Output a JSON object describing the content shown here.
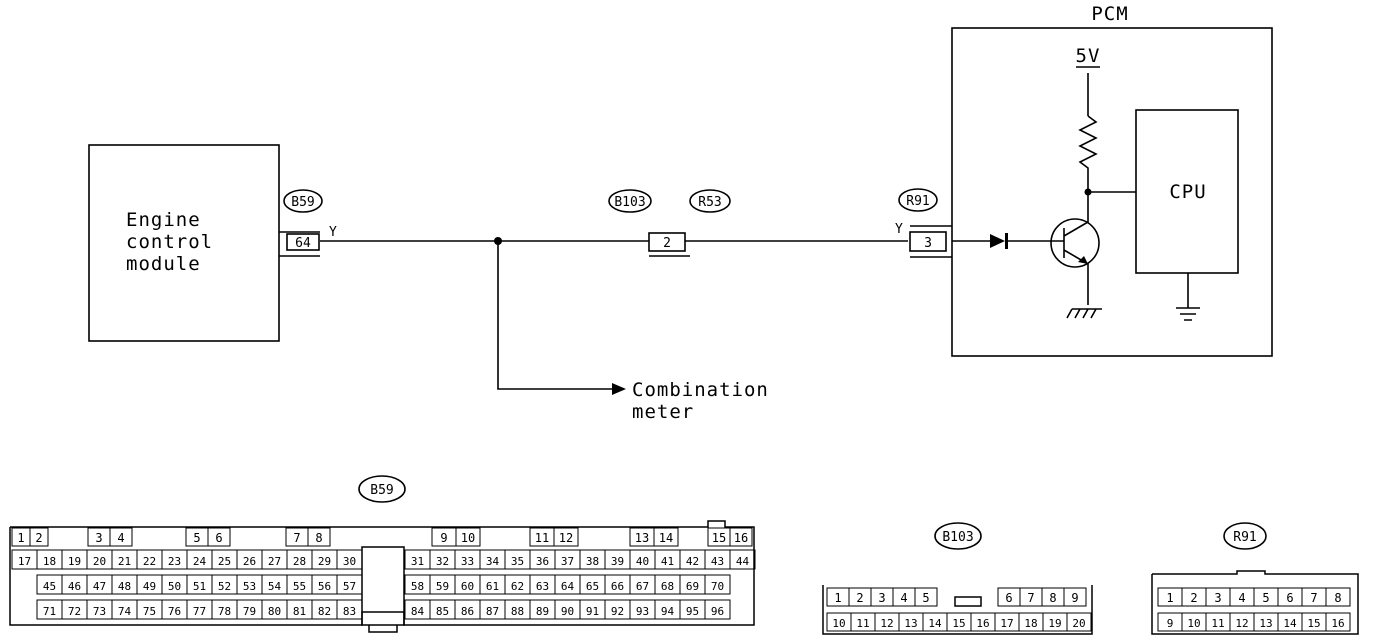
{
  "ecm": {
    "lines": [
      "Engine",
      "control",
      "module"
    ]
  },
  "pcm": {
    "title": "PCM",
    "supply": "5V",
    "cpu": "CPU"
  },
  "connectors": {
    "b59": "B59",
    "b103": "B103",
    "r53": "R53",
    "r91": "R91"
  },
  "wire": {
    "color_code_left": "Y",
    "color_code_right": "Y",
    "pin_ecm": "64",
    "pin_b103": "2",
    "pin_r91": "3"
  },
  "branch": {
    "lines": [
      "Combination",
      "meter"
    ]
  },
  "faces": {
    "b59_label": "B59",
    "b59_row1": [
      "1",
      "2",
      "3",
      "4",
      "5",
      "6",
      "7",
      "8",
      "9",
      "10",
      "11",
      "12",
      "13",
      "14",
      "15",
      "16"
    ],
    "b59_row2": [
      "17",
      "18",
      "19",
      "20",
      "21",
      "22",
      "23",
      "24",
      "25",
      "26",
      "27",
      "28",
      "29",
      "30",
      "31",
      "32",
      "33",
      "34",
      "35",
      "36",
      "37",
      "38",
      "39",
      "40",
      "41",
      "42",
      "43",
      "44"
    ],
    "b59_row3": [
      "45",
      "46",
      "47",
      "48",
      "49",
      "50",
      "51",
      "52",
      "53",
      "54",
      "55",
      "56",
      "57",
      "58",
      "59",
      "60",
      "61",
      "62",
      "63",
      "64",
      "65",
      "66",
      "67",
      "68",
      "69",
      "70"
    ],
    "b59_row4": [
      "71",
      "72",
      "73",
      "74",
      "75",
      "76",
      "77",
      "78",
      "79",
      "80",
      "81",
      "82",
      "83",
      "84",
      "85",
      "86",
      "87",
      "88",
      "89",
      "90",
      "91",
      "92",
      "93",
      "94",
      "95",
      "96"
    ],
    "b103_label": "B103",
    "b103_row1": [
      "1",
      "2",
      "3",
      "4",
      "5",
      "6",
      "7",
      "8",
      "9"
    ],
    "b103_row2": [
      "10",
      "11",
      "12",
      "13",
      "14",
      "15",
      "16",
      "17",
      "18",
      "19",
      "20"
    ],
    "r91_label": "R91",
    "r91_row1": [
      "1",
      "2",
      "3",
      "4",
      "5",
      "6",
      "7",
      "8"
    ],
    "r91_row2": [
      "9",
      "10",
      "11",
      "12",
      "13",
      "14",
      "15",
      "16"
    ]
  }
}
